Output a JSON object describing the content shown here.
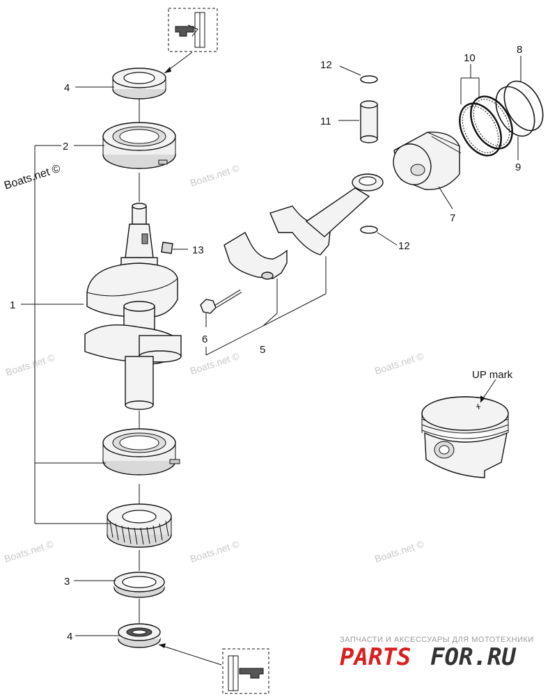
{
  "callouts": {
    "c1": "1",
    "c2": "2",
    "c3": "3",
    "c4a": "4",
    "c4b": "4",
    "c5": "5",
    "c6": "6",
    "c7": "7",
    "c8": "8",
    "c9": "9",
    "c10": "10",
    "c11": "11",
    "c12a": "12",
    "c12b": "12",
    "c13": "13"
  },
  "up_mark_label": "UP mark",
  "watermarks": {
    "wm1": "Boats.net ©",
    "wm2": "Boats.net ©",
    "wm3": "Boats.net ©",
    "wm4": "Boats.net ©",
    "wm5": "Boats.net ©",
    "wm6": "Boats.net ©",
    "wm7": "Boats.net ©"
  },
  "footer": {
    "caption": "ЗАПЧАСТИ И АКСЕССУАРЫ ДЛЯ МОТОТЕХНИКИ",
    "logo_left": "PARTS",
    "logo_right": "FOR.RU"
  },
  "colors": {
    "logo_red": "#d91f1f",
    "logo_dark": "#333333",
    "watermark": "#c8c8c8"
  }
}
